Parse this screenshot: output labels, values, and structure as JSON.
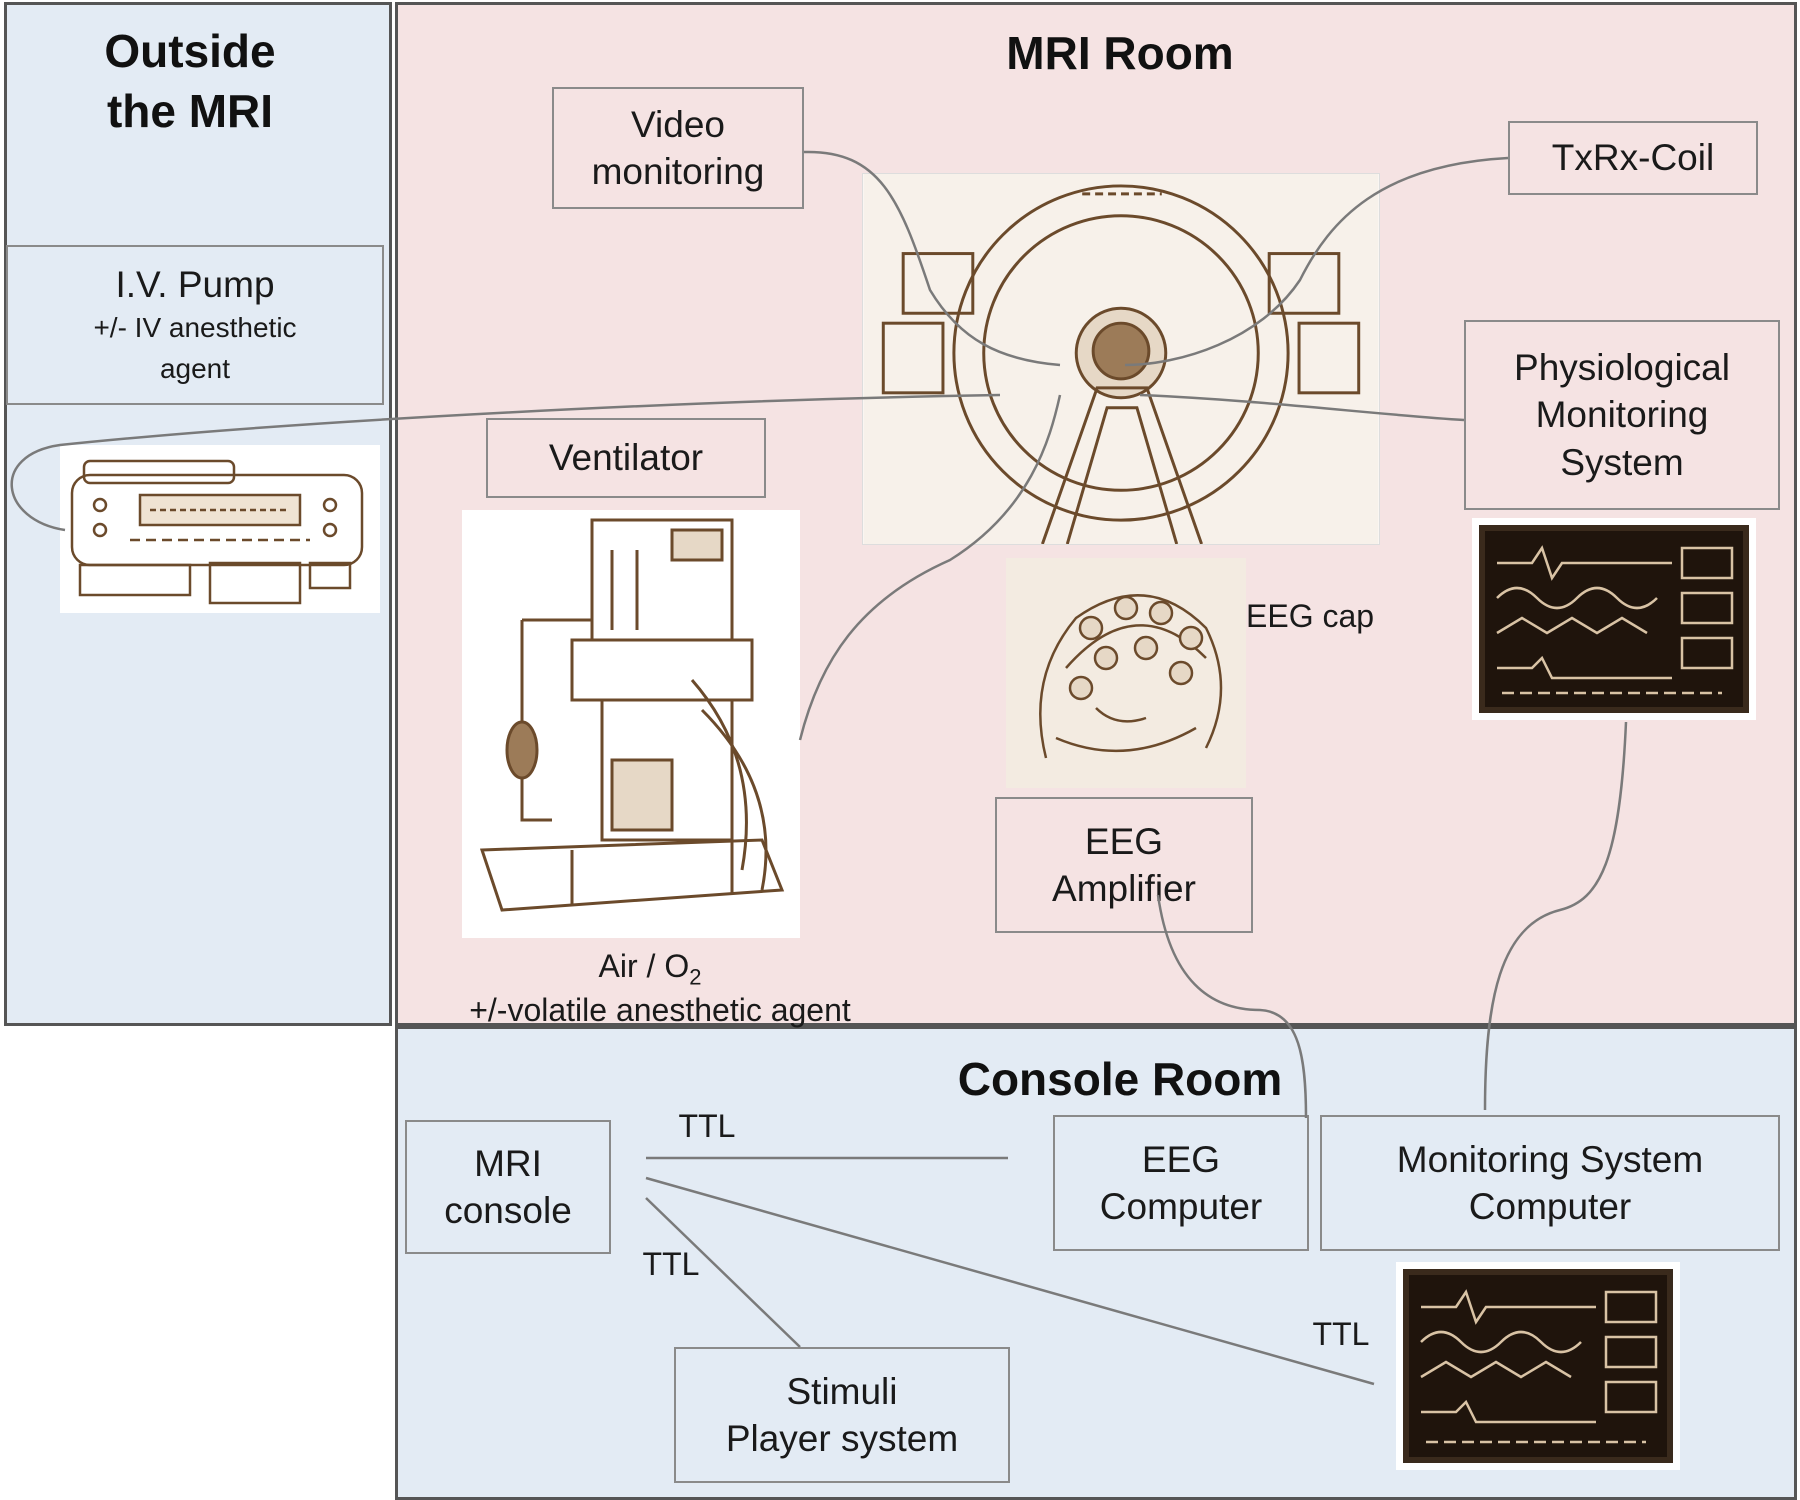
{
  "regions": {
    "outside": {
      "title_line1": "Outside",
      "title_line2": "the MRI",
      "fill": "#e3ebf4"
    },
    "mri_room": {
      "title": "MRI Room",
      "fill": "#f5e3e3"
    },
    "console_room": {
      "title": "Console Room",
      "fill": "#e3ebf4"
    }
  },
  "boxes": {
    "iv_pump": {
      "line1": "I.V. Pump",
      "line2": "+/- IV anesthetic",
      "line3": "agent"
    },
    "video_monitoring": {
      "line1": "Video",
      "line2": "monitoring"
    },
    "txrx_coil": {
      "label": "TxRx-Coil"
    },
    "physiological_monitoring": {
      "line1": "Physiological",
      "line2": "Monitoring",
      "line3": "System"
    },
    "ventilator": {
      "label": "Ventilator"
    },
    "eeg_amplifier": {
      "line1": "EEG",
      "line2": "Amplifier"
    },
    "mri_console": {
      "line1": "MRI",
      "line2": "console"
    },
    "eeg_computer": {
      "line1": "EEG",
      "line2": "Computer"
    },
    "monitoring_system_computer": {
      "line1": "Monitoring System",
      "line2": "Computer"
    },
    "stimuli_player": {
      "line1": "Stimuli",
      "line2": "Player system"
    }
  },
  "labels": {
    "eeg_cap": "EEG cap",
    "air_o2_prefix": "Air / O",
    "air_o2_subscript": "2",
    "volatile_agent": "+/-volatile anesthetic agent",
    "ttl_top": "TTL",
    "ttl_middle": "TTL",
    "ttl_right": "TTL"
  },
  "colors": {
    "border": "#555555",
    "box_border": "#8a8a8a",
    "wire": "#7a7a7a",
    "sketch": "#6b4a2b"
  },
  "icons": [
    "iv-pump-image",
    "mri-scanner-image",
    "ventilator-image",
    "eeg-cap-image",
    "monitor-screen-image",
    "console-monitor-screen-image"
  ]
}
